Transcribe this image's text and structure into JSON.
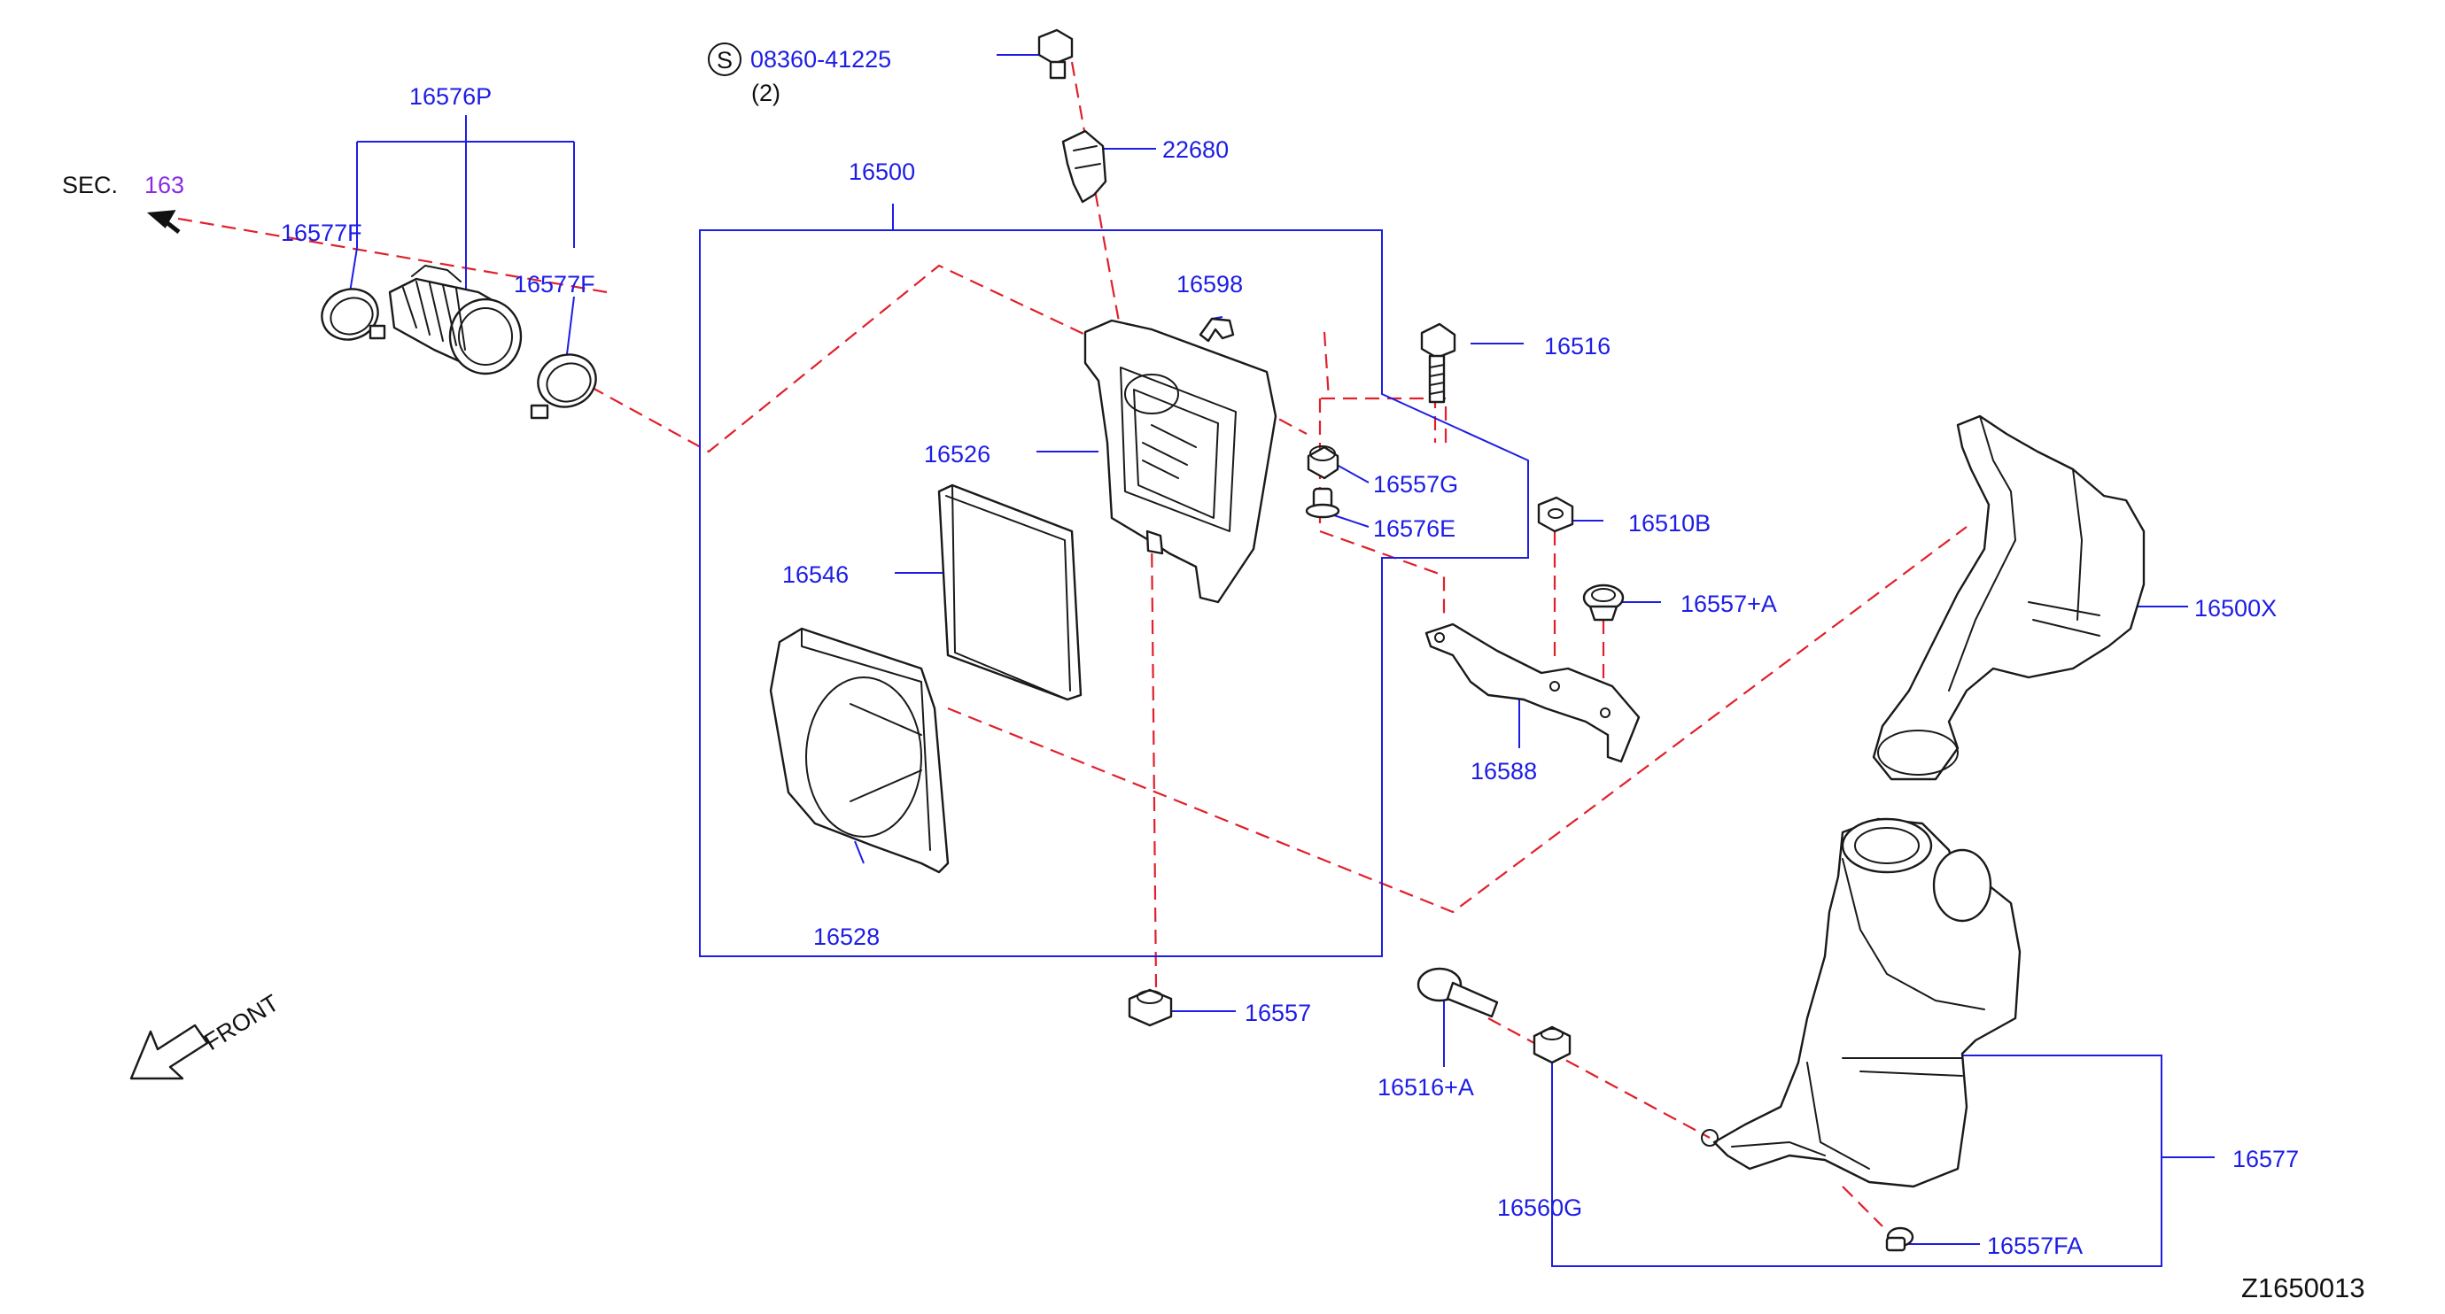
{
  "diagram": {
    "drawing_code": "Z1650013",
    "front_label": "FRONT",
    "section_ref": {
      "prefix": "SEC.",
      "number": "163"
    },
    "standard_part": {
      "symbol": "S",
      "number": "08360-41225",
      "qty": "(2)"
    },
    "parts": [
      {
        "id": "16576P"
      },
      {
        "id": "16577F"
      },
      {
        "id": "16577F"
      },
      {
        "id": "22680"
      },
      {
        "id": "16500"
      },
      {
        "id": "16598"
      },
      {
        "id": "16516"
      },
      {
        "id": "16526"
      },
      {
        "id": "16557G"
      },
      {
        "id": "16576E"
      },
      {
        "id": "16510B"
      },
      {
        "id": "16557+A"
      },
      {
        "id": "16500X"
      },
      {
        "id": "16546"
      },
      {
        "id": "16588"
      },
      {
        "id": "16528"
      },
      {
        "id": "16557"
      },
      {
        "id": "16516+A"
      },
      {
        "id": "16577"
      },
      {
        "id": "16560G"
      },
      {
        "id": "16557FA"
      }
    ]
  }
}
